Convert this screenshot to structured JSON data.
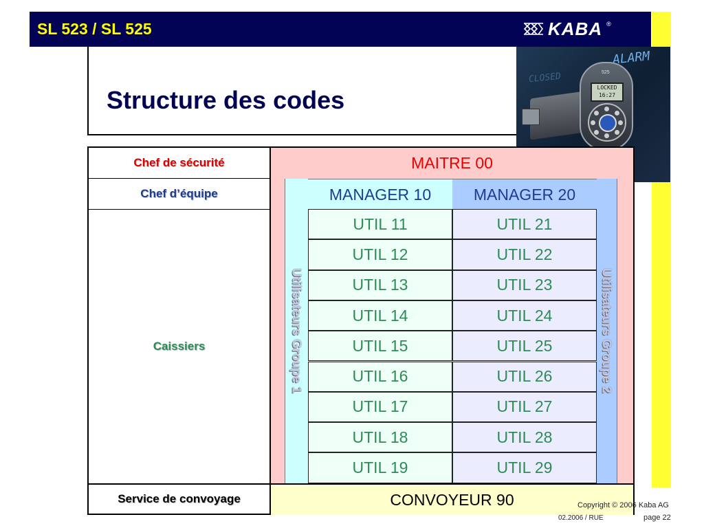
{
  "header": {
    "title": "SL 523 / SL 525",
    "logo_text": "KABA",
    "logo_reg": "®"
  },
  "slide": {
    "title": "Structure des codes"
  },
  "photo": {
    "screen_text_1": "ALARM",
    "screen_text_2": "CLOSED",
    "device_label": "525",
    "display_line1": "LOCKED",
    "display_line2": "16:27"
  },
  "table": {
    "left_labels": {
      "security": "Chef de sécurité",
      "team": "Chef d’équipe",
      "cashiers": "Caissiers",
      "convoy": "Service de convoyage"
    },
    "master": "MAITRE 00",
    "managers": [
      "MANAGER 10",
      "MANAGER 20"
    ],
    "group1_label": "Utilisateurs Groupe 1",
    "group2_label": "Utilisateurs Groupe 2",
    "users_group1": [
      "UTIL 11",
      "UTIL 12",
      "UTIL 13",
      "UTIL 14",
      "UTIL 15",
      "UTIL 16",
      "UTIL 17",
      "UTIL 18",
      "UTIL 19"
    ],
    "users_group2": [
      "UTIL 21",
      "UTIL 22",
      "UTIL 23",
      "UTIL 24",
      "UTIL 25",
      "UTIL 26",
      "UTIL 27",
      "UTIL 28",
      "UTIL 29"
    ],
    "convoy_code": "CONVOYEUR 90"
  },
  "footer": {
    "copyright": "Copyright © 2006 Kaba AG",
    "date": "02.2006 / RUE",
    "page": "page 22"
  },
  "colors": {
    "header_bg": "#030356",
    "header_text": "#ffff00",
    "accent_yellow": "#ffff33",
    "master_red": "#ee0000",
    "manager_blue": "#1f3b8f",
    "user_green": "#2e8b57",
    "security_label": "#dd0000",
    "team_label": "#1f3b8f",
    "cashiers_label": "#2e8b57"
  }
}
